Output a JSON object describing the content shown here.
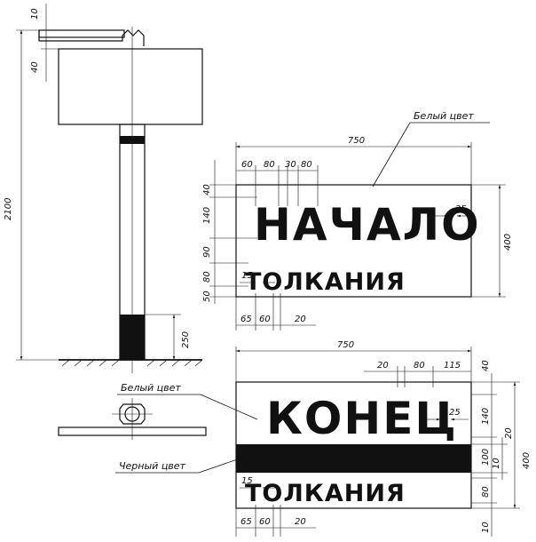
{
  "pole": {
    "dims": {
      "top": "10",
      "head": "40",
      "height": "2100",
      "base": "250"
    }
  },
  "sign_start": {
    "line1": "НАЧАЛО",
    "line2": "ТОЛКАНИЯ",
    "color_note": "Белый цвет",
    "dims": {
      "width": "750",
      "height": "400",
      "col1": "60",
      "col2": "80",
      "col3": "30",
      "col4": "80",
      "row1": "40",
      "row2": "140",
      "row3": "90",
      "row4": "80",
      "row5": "50",
      "stroke_big": "25",
      "stroke_small": "15",
      "bottom1": "65",
      "bottom2": "60",
      "bottom3": "20"
    }
  },
  "sign_end": {
    "line1": "КОНЕЦ",
    "line2": "ТОЛКАНИЯ",
    "white_note": "Белый цвет",
    "black_note": "Черный цвет",
    "dims": {
      "width": "750",
      "top1": "20",
      "top2": "80",
      "top3": "115",
      "stroke_big": "25",
      "stroke_small": "15",
      "r_top": "40",
      "r_word": "140",
      "r_band": "100",
      "r_gap": "10",
      "r_small": "80",
      "r_bottom": "10",
      "total_a": "20",
      "total_b": "400",
      "bottom1": "65",
      "bottom2": "60",
      "bottom3": "20"
    }
  }
}
